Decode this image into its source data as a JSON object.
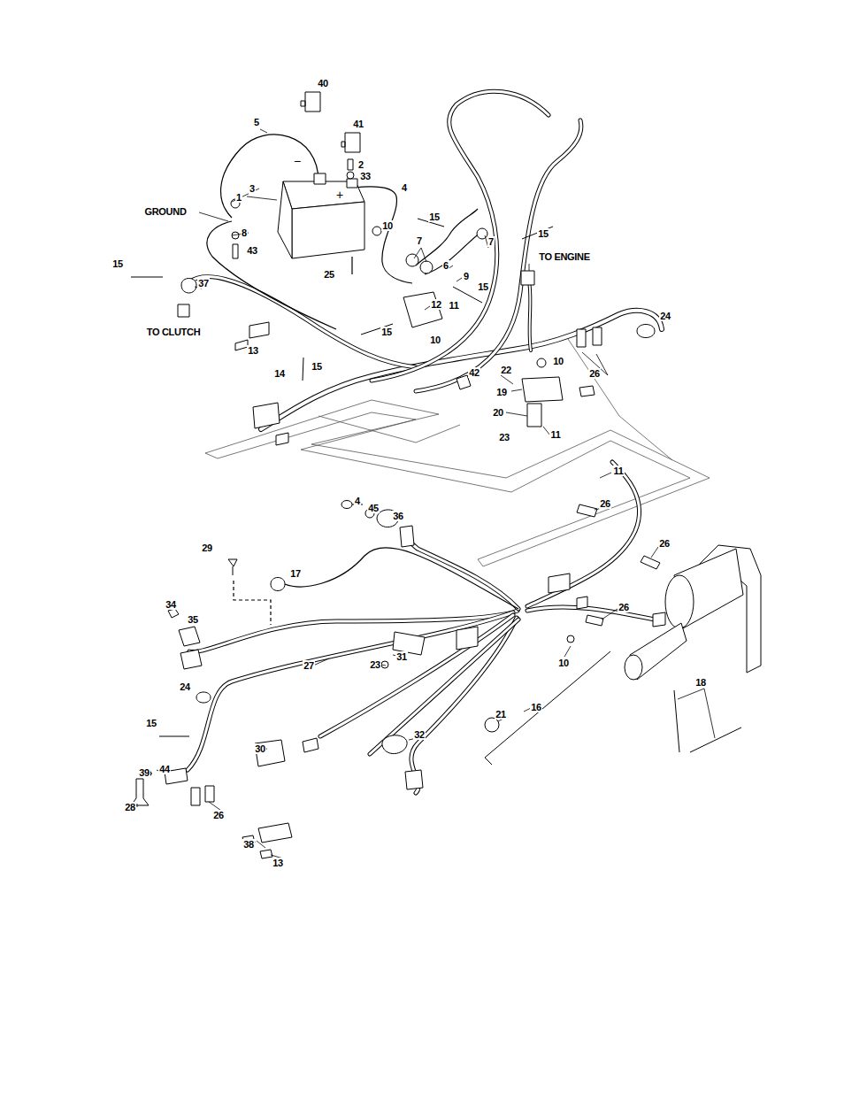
{
  "diagram": {
    "labels": [
      "40",
      "41",
      "5",
      "−",
      "2",
      "33",
      "+",
      "4",
      "3",
      "1",
      "GROUND",
      "15",
      "10",
      "8",
      "7",
      "7",
      "15",
      "43",
      "6",
      "TO ENGINE",
      "25",
      "9",
      "15",
      "37",
      "15",
      "12",
      "11",
      "TO CLUTCH",
      "15",
      "24",
      "10",
      "13",
      "22",
      "10",
      "42",
      "15",
      "14",
      "26",
      "19",
      "20",
      "23",
      "11",
      "11",
      "26",
      "4",
      "45",
      "36",
      "29",
      "26",
      "17",
      "34",
      "35",
      "26",
      "23",
      "31",
      "27",
      "10",
      "24",
      "15",
      "16",
      "21",
      "18",
      "32",
      "30",
      "39",
      "44",
      "28",
      "26",
      "38",
      "13"
    ]
  }
}
